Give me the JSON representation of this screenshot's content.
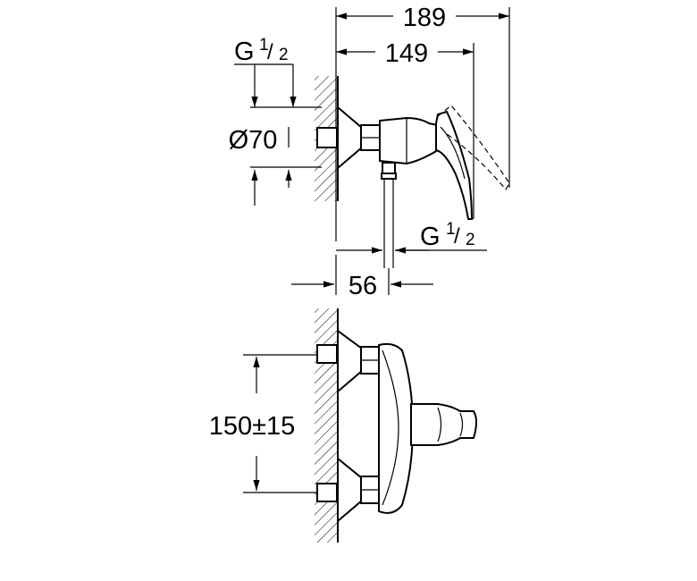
{
  "side_view": {
    "dim_overall": "189",
    "dim_spout": "149",
    "dim_inlet_thread": {
      "g": "G",
      "num": "1",
      "den": "2"
    },
    "dim_diameter": "Ø70",
    "dim_outlet_thread": {
      "g": "G",
      "num": "1",
      "den": "2"
    },
    "dim_depth": "56"
  },
  "front_view": {
    "dim_centers": "150±15"
  }
}
